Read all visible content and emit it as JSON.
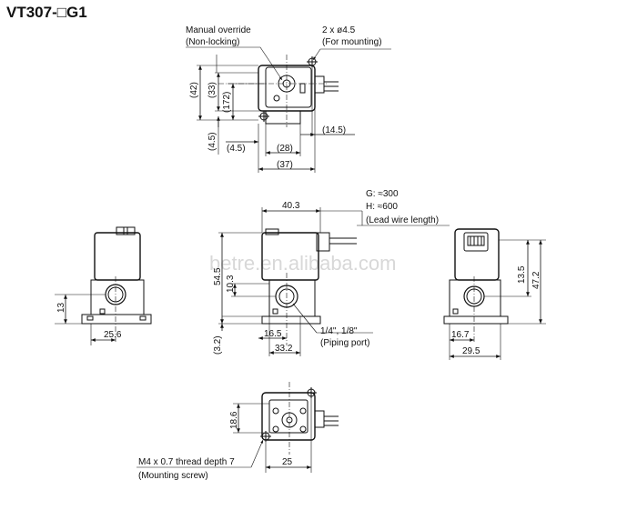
{
  "title": "VT307-□G1",
  "watermark": "betre.en.alibaba.com",
  "top_view": {
    "note_override_1": "Manual override",
    "note_override_2": "(Non-locking)",
    "note_mount_1": "2 x ø4.5",
    "note_mount_2": "(For mounting)",
    "d42": "(42)",
    "d33": "(33)",
    "d172": "(172)",
    "d45v": "(4.5)",
    "d45h": "(4.5)",
    "d28": "(28)",
    "d145": "(14.5)",
    "d37": "(37)"
  },
  "left_view": {
    "d13": "13",
    "d256": "25.6"
  },
  "front_view": {
    "d403": "40.3",
    "lead_1": "G: ≈300",
    "lead_2": "H: ≈600",
    "lead_3": "(Lead wire length)",
    "d545": "54.5",
    "d103": "10.3",
    "d32": "(3.2)",
    "d165": "16.5",
    "d332": "33.2",
    "port_1": "1/4\", 1/8\"",
    "port_2": "(Piping port)"
  },
  "right_view": {
    "d135": "13.5",
    "d472": "47.2",
    "d167": "16.7",
    "d295": "29.5"
  },
  "bottom_view": {
    "d186": "18.6",
    "d25": "25",
    "screw_1": "M4 x 0.7 thread depth 7",
    "screw_2": "(Mounting screw)"
  }
}
